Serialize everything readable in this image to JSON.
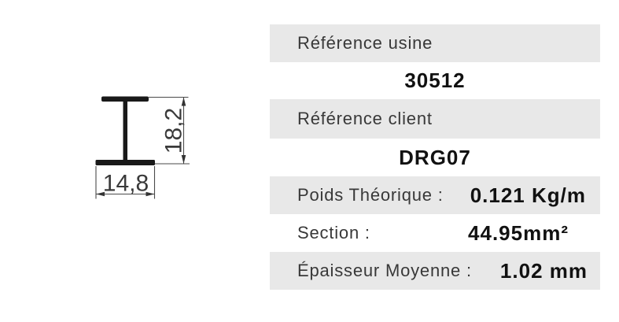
{
  "drawing": {
    "width_label": "14,8",
    "height_label": "18,2"
  },
  "table": {
    "rows": [
      {
        "type": "header",
        "label": "Référence usine"
      },
      {
        "type": "value",
        "value": "30512"
      },
      {
        "type": "header",
        "label": "Référence client"
      },
      {
        "type": "value",
        "value": "DRG07"
      },
      {
        "type": "info",
        "label": "Poids Théorique :",
        "value": "0.121 Kg/m"
      },
      {
        "type": "info",
        "label": "Section :",
        "value": "44.95mm²"
      },
      {
        "type": "info",
        "label": "Épaisseur Moyenne :",
        "value": "1.02 mm"
      }
    ]
  },
  "colors": {
    "row_background": "#e8e8e8",
    "label_text": "#383838",
    "value_text": "#111111",
    "drawing_line": "#4a4a4a",
    "profile_fill": "#191919"
  }
}
